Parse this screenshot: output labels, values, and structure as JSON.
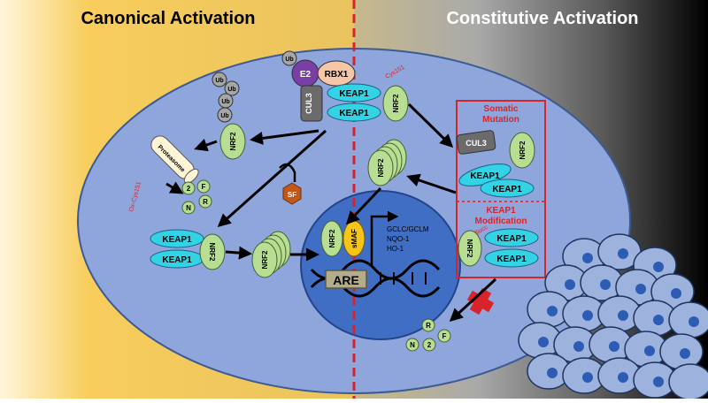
{
  "headers": {
    "left": "Canonical Activation",
    "right": "Constitutive Activation"
  },
  "labels": {
    "e2": "E2",
    "rbx1": "RBX1",
    "ub": "Ub",
    "cul3": "CUL3",
    "keap1": "KEAP1",
    "nrf2": "NRF2",
    "cys151": "Cys151",
    "ox_cys151": "Ox-Cys151",
    "proteasome": "Proteasome",
    "sf": "SF",
    "frag_n": "N",
    "frag_r": "R",
    "frag_f": "F",
    "frag_2": "2",
    "smaf": "sMAF",
    "are": "ARE",
    "target_gene_1": "GCLC/GCLM",
    "target_gene_2": "NQO-1",
    "target_gene_3": "HO-1",
    "somatic_mutation_1": "Somatic",
    "somatic_mutation_2": "Mutation",
    "keap1_modification_1": "KEAP1",
    "keap1_modification_2": "Modification",
    "succ": "Succ"
  },
  "colors": {
    "cell": "#8fa6dc",
    "nucleus": "#3f6ec4",
    "keap1": "#33d3e6",
    "nrf2": "#b8de93",
    "ub": "#a6a6a6",
    "e2": "#7a3fa5",
    "rbx1": "#f7c6a6",
    "cul3": "#6b6b6b",
    "smaf": "#f5c518",
    "divider": "#d9232a",
    "sf": "#c0571b"
  }
}
